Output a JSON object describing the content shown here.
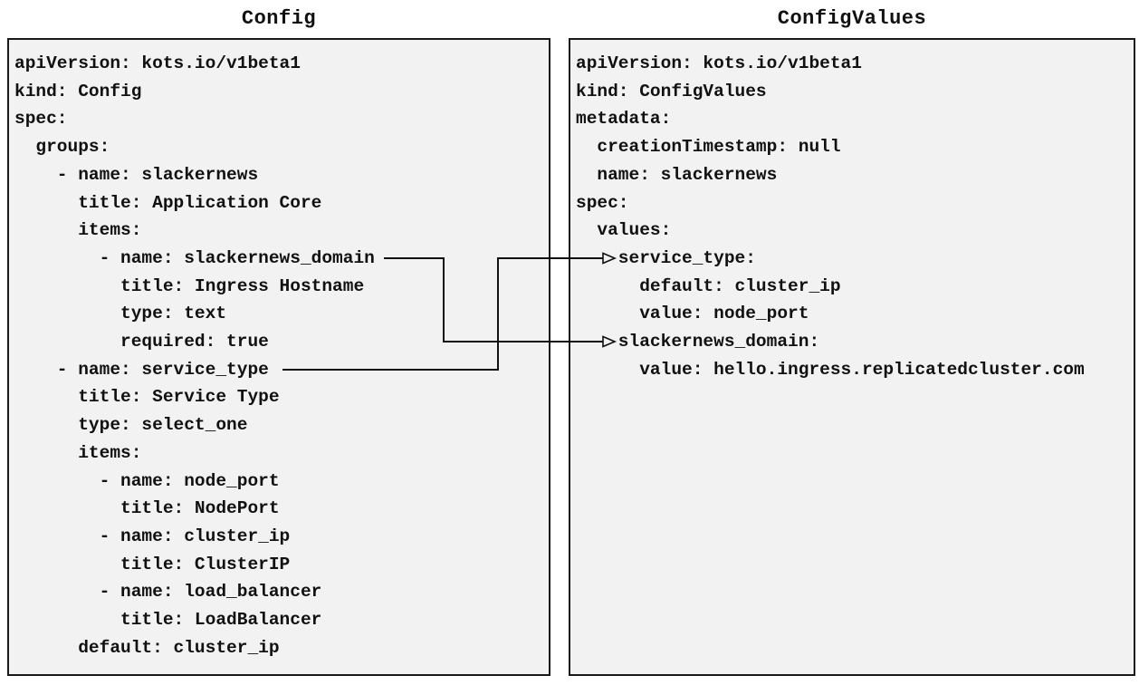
{
  "panels": [
    {
      "title": "Config",
      "code_lines": [
        "apiVersion: kots.io/v1beta1",
        "kind: Config",
        "spec:",
        "  groups:",
        "    - name: slackernews",
        "      title: Application Core",
        "      items:",
        "        - name: slackernews_domain",
        "          title: Ingress Hostname",
        "          type: text",
        "          required: true",
        "    - name: service_type",
        "      title: Service Type",
        "      type: select_one",
        "      items:",
        "        - name: node_port",
        "          title: NodePort",
        "        - name: cluster_ip",
        "          title: ClusterIP",
        "        - name: load_balancer",
        "          title: LoadBalancer",
        "      default: cluster_ip"
      ]
    },
    {
      "title": "ConfigValues",
      "code_lines": [
        "apiVersion: kots.io/v1beta1",
        "kind: ConfigValues",
        "metadata:",
        "  creationTimestamp: null",
        "  name: slackernews",
        "spec:",
        "  values:",
        "    service_type:",
        "      default: cluster_ip",
        "      value: node_port",
        "    slackernews_domain:",
        "      value: hello.ingress.replicatedcluster.com"
      ]
    }
  ],
  "connections": [
    {
      "source_panel": "Config",
      "source_field": "slackernews_domain",
      "target_panel": "ConfigValues",
      "target_field": "slackernews_domain"
    },
    {
      "source_panel": "Config",
      "source_field": "service_type",
      "target_panel": "ConfigValues",
      "target_field": "service_type"
    }
  ],
  "colors": {
    "page_background": "#ffffff",
    "panel_background": "#f2f2f2",
    "panel_border": "#1a1a1a",
    "text": "#111111",
    "connector": "#111111"
  }
}
